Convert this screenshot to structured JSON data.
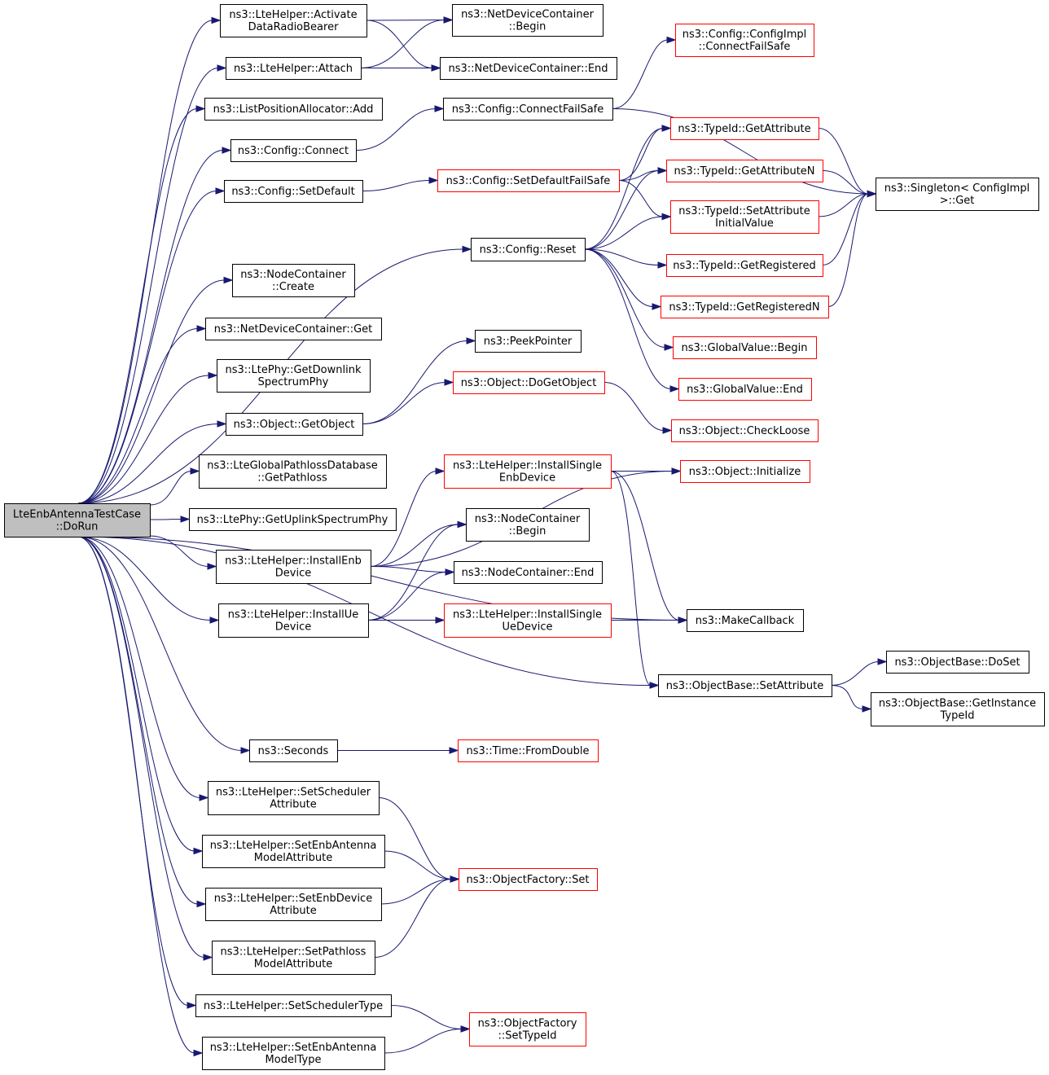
{
  "colors": {
    "edge": "#191970",
    "root_fill": "#bfbfbf",
    "red_border": "#ff0000",
    "black_border": "#000000"
  },
  "nodes": [
    {
      "id": "doRun",
      "lines": [
        "LteEnbAntennaTestCase",
        "::DoRun"
      ],
      "style": "root"
    },
    {
      "id": "activateDRB",
      "lines": [
        "ns3::LteHelper::Activate",
        "DataRadioBearer"
      ],
      "style": "normal"
    },
    {
      "id": "attach",
      "lines": [
        "ns3::LteHelper::Attach"
      ],
      "style": "normal"
    },
    {
      "id": "lpaAdd",
      "lines": [
        "ns3::ListPositionAllocator::Add"
      ],
      "style": "normal"
    },
    {
      "id": "cfgConnect",
      "lines": [
        "ns3::Config::Connect"
      ],
      "style": "normal"
    },
    {
      "id": "cfgSetDefault",
      "lines": [
        "ns3::Config::SetDefault"
      ],
      "style": "normal"
    },
    {
      "id": "ncCreate",
      "lines": [
        "ns3::NodeContainer",
        "::Create"
      ],
      "style": "normal"
    },
    {
      "id": "ndcGet",
      "lines": [
        "ns3::NetDeviceContainer::Get"
      ],
      "style": "normal"
    },
    {
      "id": "getDlPhy",
      "lines": [
        "ns3::LtePhy::GetDownlink",
        "SpectrumPhy"
      ],
      "style": "normal"
    },
    {
      "id": "getObject",
      "lines": [
        "ns3::Object::GetObject"
      ],
      "style": "normal"
    },
    {
      "id": "getPathloss",
      "lines": [
        "ns3::LteGlobalPathlossDatabase",
        "::GetPathloss"
      ],
      "style": "normal"
    },
    {
      "id": "getUlPhy",
      "lines": [
        "ns3::LtePhy::GetUplinkSpectrumPhy"
      ],
      "style": "normal"
    },
    {
      "id": "installEnb",
      "lines": [
        "ns3::LteHelper::InstallEnb",
        "Device"
      ],
      "style": "normal"
    },
    {
      "id": "installUe",
      "lines": [
        "ns3::LteHelper::InstallUe",
        "Device"
      ],
      "style": "normal"
    },
    {
      "id": "seconds",
      "lines": [
        "ns3::Seconds"
      ],
      "style": "normal"
    },
    {
      "id": "setSchedAttr",
      "lines": [
        "ns3::LteHelper::SetScheduler",
        "Attribute"
      ],
      "style": "normal"
    },
    {
      "id": "setEnbAntAttr",
      "lines": [
        "ns3::LteHelper::SetEnbAntenna",
        "ModelAttribute"
      ],
      "style": "normal"
    },
    {
      "id": "setEnbDevAttr",
      "lines": [
        "ns3::LteHelper::SetEnbDevice",
        "Attribute"
      ],
      "style": "normal"
    },
    {
      "id": "setPathlossAttr",
      "lines": [
        "ns3::LteHelper::SetPathloss",
        "ModelAttribute"
      ],
      "style": "normal"
    },
    {
      "id": "setSchedType",
      "lines": [
        "ns3::LteHelper::SetSchedulerType"
      ],
      "style": "normal"
    },
    {
      "id": "setEnbAntType",
      "lines": [
        "ns3::LteHelper::SetEnbAntenna",
        "ModelType"
      ],
      "style": "normal"
    },
    {
      "id": "ndcBegin",
      "lines": [
        "ns3::NetDeviceContainer",
        "::Begin"
      ],
      "style": "normal"
    },
    {
      "id": "ndcEnd",
      "lines": [
        "ns3::NetDeviceContainer::End"
      ],
      "style": "normal"
    },
    {
      "id": "cfgConnectFailSafe",
      "lines": [
        "ns3::Config::ConnectFailSafe"
      ],
      "style": "normal"
    },
    {
      "id": "cfgSetDefaultFailSafe",
      "lines": [
        "ns3::Config::SetDefaultFailSafe"
      ],
      "style": "red"
    },
    {
      "id": "cfgReset",
      "lines": [
        "ns3::Config::Reset"
      ],
      "style": "normal"
    },
    {
      "id": "peekPointer",
      "lines": [
        "ns3::PeekPointer"
      ],
      "style": "normal"
    },
    {
      "id": "doGetObject",
      "lines": [
        "ns3::Object::DoGetObject"
      ],
      "style": "red"
    },
    {
      "id": "installSingleEnb",
      "lines": [
        "ns3::LteHelper::InstallSingle",
        "EnbDevice"
      ],
      "style": "red"
    },
    {
      "id": "ncBegin",
      "lines": [
        "ns3::NodeContainer",
        "::Begin"
      ],
      "style": "normal"
    },
    {
      "id": "ncEnd",
      "lines": [
        "ns3::NodeContainer::End"
      ],
      "style": "normal"
    },
    {
      "id": "installSingleUe",
      "lines": [
        "ns3::LteHelper::InstallSingle",
        "UeDevice"
      ],
      "style": "red"
    },
    {
      "id": "timeFromDouble",
      "lines": [
        "ns3::Time::FromDouble"
      ],
      "style": "red"
    },
    {
      "id": "ofSet",
      "lines": [
        "ns3::ObjectFactory::Set"
      ],
      "style": "red"
    },
    {
      "id": "ofSetTypeId",
      "lines": [
        "ns3::ObjectFactory",
        "::SetTypeId"
      ],
      "style": "red"
    },
    {
      "id": "cfgImplConnectFailSafe",
      "lines": [
        "ns3::Config::ConfigImpl",
        "::ConnectFailSafe"
      ],
      "style": "red"
    },
    {
      "id": "tidGetAttribute",
      "lines": [
        "ns3::TypeId::GetAttribute"
      ],
      "style": "red"
    },
    {
      "id": "tidGetAttributeN",
      "lines": [
        "ns3::TypeId::GetAttributeN"
      ],
      "style": "red"
    },
    {
      "id": "tidSetAttrInit",
      "lines": [
        "ns3::TypeId::SetAttribute",
        "InitialValue"
      ],
      "style": "red"
    },
    {
      "id": "tidGetRegistered",
      "lines": [
        "ns3::TypeId::GetRegistered"
      ],
      "style": "red"
    },
    {
      "id": "tidGetRegisteredN",
      "lines": [
        "ns3::TypeId::GetRegisteredN"
      ],
      "style": "red"
    },
    {
      "id": "gvBegin",
      "lines": [
        "ns3::GlobalValue::Begin"
      ],
      "style": "red"
    },
    {
      "id": "gvEnd",
      "lines": [
        "ns3::GlobalValue::End"
      ],
      "style": "red"
    },
    {
      "id": "checkLoose",
      "lines": [
        "ns3::Object::CheckLoose"
      ],
      "style": "red"
    },
    {
      "id": "objInitialize",
      "lines": [
        "ns3::Object::Initialize"
      ],
      "style": "red"
    },
    {
      "id": "makeCallback",
      "lines": [
        "ns3::MakeCallback"
      ],
      "style": "normal"
    },
    {
      "id": "obSetAttribute",
      "lines": [
        "ns3::ObjectBase::SetAttribute"
      ],
      "style": "normal"
    },
    {
      "id": "singletonGet",
      "lines": [
        "ns3::Singleton< ConfigImpl",
        " >::Get"
      ],
      "style": "normal"
    },
    {
      "id": "obDoSet",
      "lines": [
        "ns3::ObjectBase::DoSet"
      ],
      "style": "normal"
    },
    {
      "id": "obGetInstanceTypeId",
      "lines": [
        "ns3::ObjectBase::GetInstance",
        "TypeId"
      ],
      "style": "normal"
    }
  ],
  "edges": [
    [
      "doRun",
      "activateDRB"
    ],
    [
      "doRun",
      "attach"
    ],
    [
      "doRun",
      "lpaAdd"
    ],
    [
      "doRun",
      "cfgConnect"
    ],
    [
      "doRun",
      "cfgSetDefault"
    ],
    [
      "doRun",
      "cfgReset"
    ],
    [
      "doRun",
      "ncCreate"
    ],
    [
      "doRun",
      "ndcGet"
    ],
    [
      "doRun",
      "getDlPhy"
    ],
    [
      "doRun",
      "getObject"
    ],
    [
      "doRun",
      "getPathloss"
    ],
    [
      "doRun",
      "getUlPhy"
    ],
    [
      "doRun",
      "installEnb"
    ],
    [
      "doRun",
      "installUe"
    ],
    [
      "doRun",
      "makeCallback"
    ],
    [
      "doRun",
      "obSetAttribute"
    ],
    [
      "doRun",
      "seconds"
    ],
    [
      "doRun",
      "setSchedAttr"
    ],
    [
      "doRun",
      "setEnbAntAttr"
    ],
    [
      "doRun",
      "setEnbDevAttr"
    ],
    [
      "doRun",
      "setPathlossAttr"
    ],
    [
      "doRun",
      "setSchedType"
    ],
    [
      "doRun",
      "setEnbAntType"
    ],
    [
      "activateDRB",
      "ndcBegin"
    ],
    [
      "activateDRB",
      "ndcEnd"
    ],
    [
      "attach",
      "ndcBegin"
    ],
    [
      "attach",
      "ndcEnd"
    ],
    [
      "cfgConnect",
      "cfgConnectFailSafe"
    ],
    [
      "cfgConnectFailSafe",
      "cfgImplConnectFailSafe"
    ],
    [
      "cfgConnectFailSafe",
      "singletonGet"
    ],
    [
      "cfgSetDefault",
      "cfgSetDefaultFailSafe"
    ],
    [
      "cfgSetDefaultFailSafe",
      "tidGetAttribute"
    ],
    [
      "cfgSetDefaultFailSafe",
      "tidGetAttributeN"
    ],
    [
      "cfgSetDefaultFailSafe",
      "tidSetAttrInit"
    ],
    [
      "cfgReset",
      "tidGetAttribute"
    ],
    [
      "cfgReset",
      "tidGetAttributeN"
    ],
    [
      "cfgReset",
      "tidSetAttrInit"
    ],
    [
      "cfgReset",
      "tidGetRegistered"
    ],
    [
      "cfgReset",
      "tidGetRegisteredN"
    ],
    [
      "cfgReset",
      "gvBegin"
    ],
    [
      "cfgReset",
      "gvEnd"
    ],
    [
      "tidGetAttribute",
      "singletonGet"
    ],
    [
      "tidGetAttributeN",
      "singletonGet"
    ],
    [
      "tidSetAttrInit",
      "singletonGet"
    ],
    [
      "tidGetRegistered",
      "singletonGet"
    ],
    [
      "tidGetRegisteredN",
      "singletonGet"
    ],
    [
      "getObject",
      "peekPointer"
    ],
    [
      "getObject",
      "doGetObject"
    ],
    [
      "doGetObject",
      "checkLoose"
    ],
    [
      "installEnb",
      "objInitialize"
    ],
    [
      "installEnb",
      "installSingleEnb"
    ],
    [
      "installEnb",
      "ncBegin"
    ],
    [
      "installEnb",
      "ncEnd"
    ],
    [
      "installSingleEnb",
      "objInitialize"
    ],
    [
      "installSingleEnb",
      "makeCallback"
    ],
    [
      "installSingleEnb",
      "obSetAttribute"
    ],
    [
      "installUe",
      "ncBegin"
    ],
    [
      "installUe",
      "ncEnd"
    ],
    [
      "installUe",
      "installSingleUe"
    ],
    [
      "installSingleUe",
      "makeCallback"
    ],
    [
      "obSetAttribute",
      "obDoSet"
    ],
    [
      "obSetAttribute",
      "obGetInstanceTypeId"
    ],
    [
      "seconds",
      "timeFromDouble"
    ],
    [
      "setSchedAttr",
      "ofSet"
    ],
    [
      "setEnbAntAttr",
      "ofSet"
    ],
    [
      "setEnbDevAttr",
      "ofSet"
    ],
    [
      "setPathlossAttr",
      "ofSet"
    ],
    [
      "setSchedType",
      "ofSetTypeId"
    ],
    [
      "setEnbAntType",
      "ofSetTypeId"
    ]
  ]
}
